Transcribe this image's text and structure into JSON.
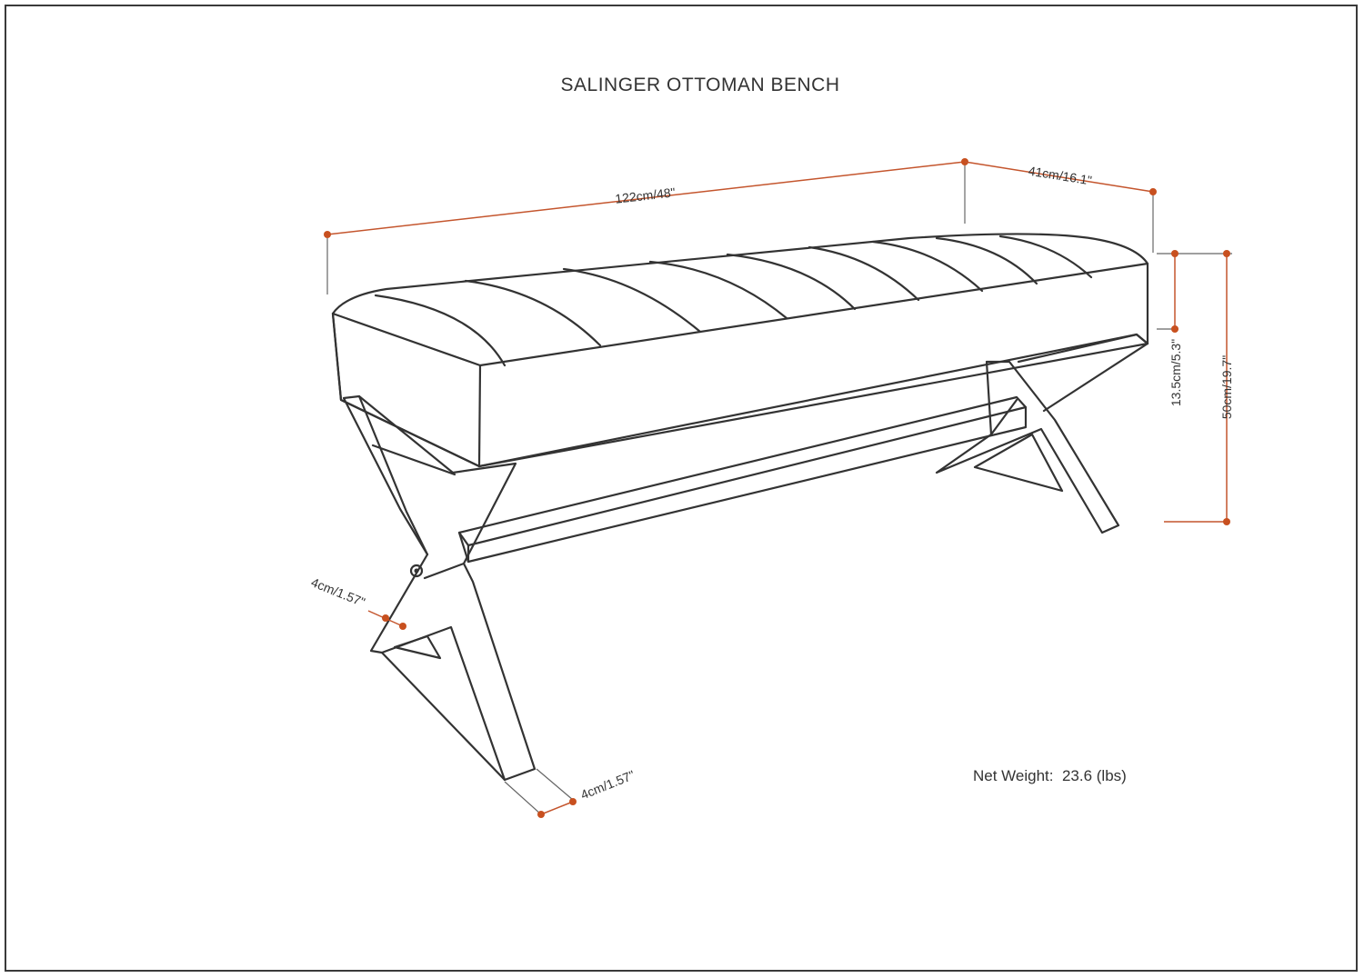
{
  "diagram": {
    "title": "SALINGER OTTOMAN BENCH",
    "dimensions": {
      "length": "122cm/48\"",
      "depth": "41cm/16.1\"",
      "seat_thickness": "13.5cm/5.3\"",
      "height": "50cm/19.7\"",
      "leg_width_side": "4cm/1.57\"",
      "leg_width_front": "4cm/1.57\""
    },
    "weight_label": "Net Weight:  23.6 (lbs)"
  },
  "colors": {
    "outline": "#333333",
    "dimension_line": "#c4552d",
    "dimension_dot": "#c8501f"
  }
}
